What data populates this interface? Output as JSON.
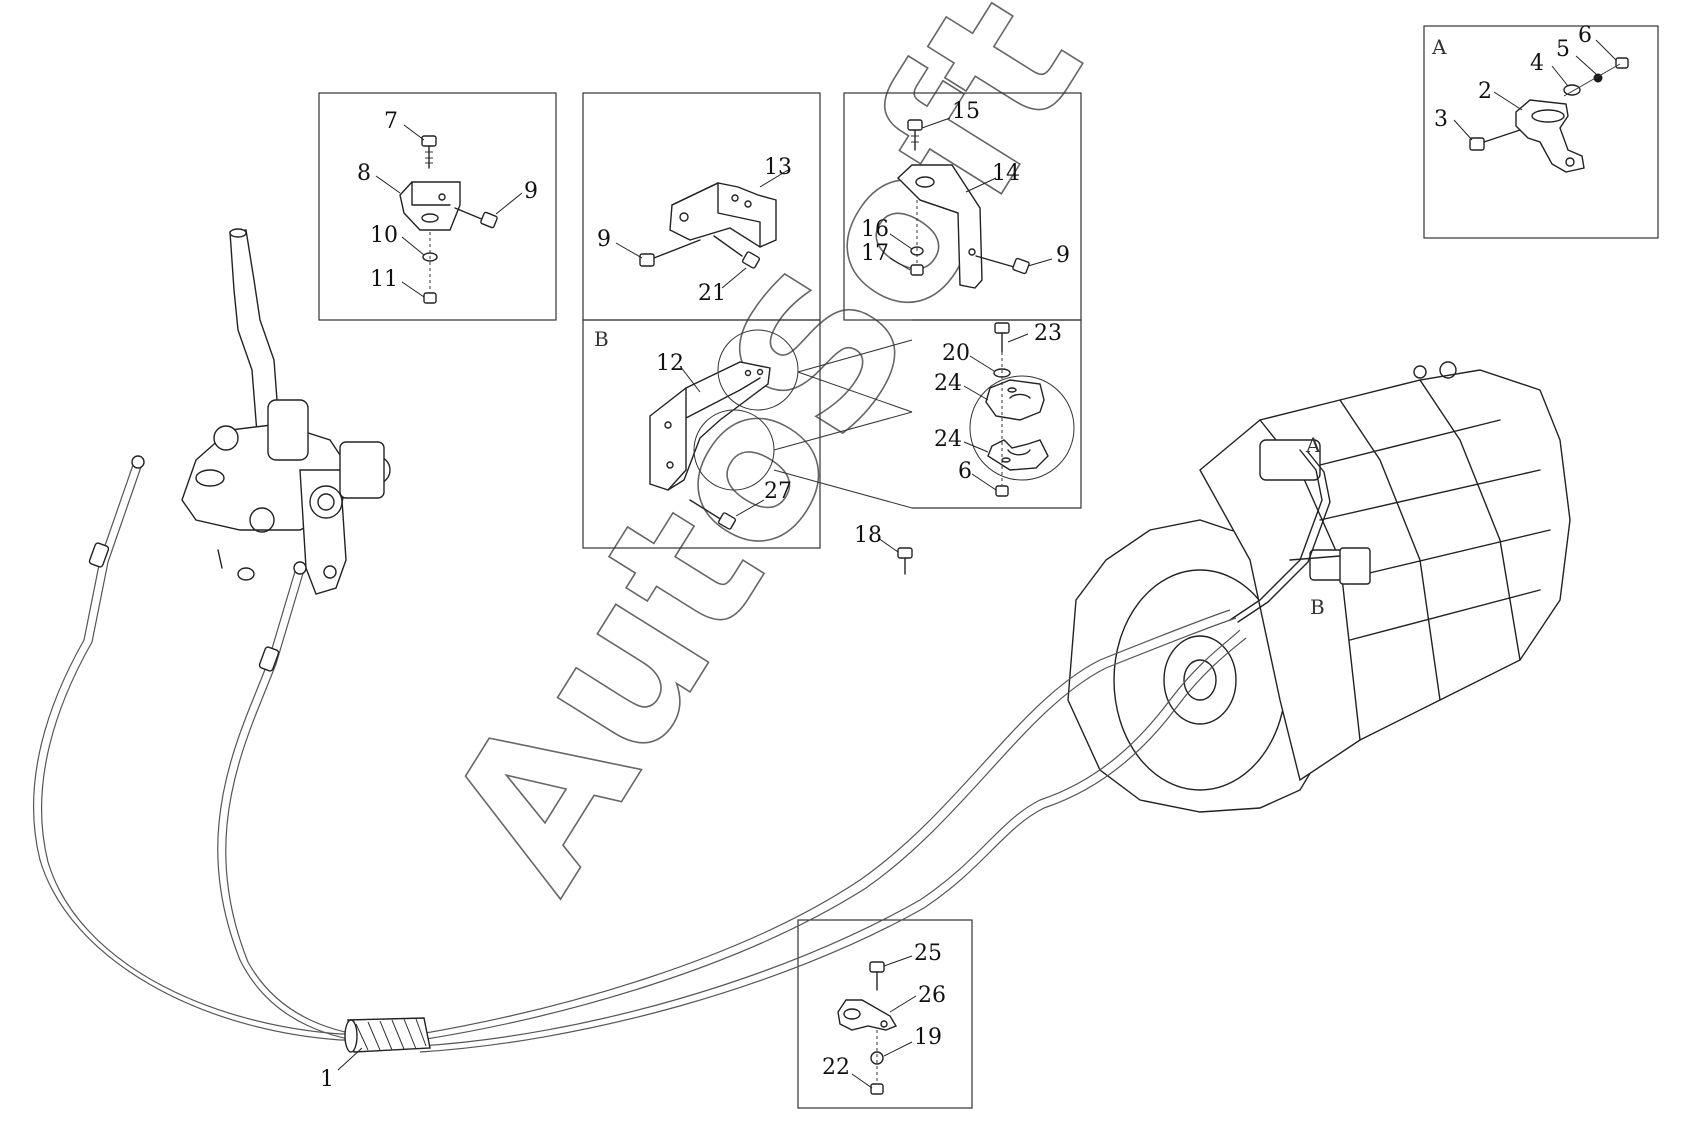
{
  "watermark": "AutoSoft",
  "box_labels": {
    "a": "A",
    "b": "B"
  },
  "labels": {
    "n1": "1",
    "n2": "2",
    "n3": "3",
    "n4": "4",
    "n5": "5",
    "n6a": "6",
    "n6b": "6",
    "n7": "7",
    "n8": "8",
    "n9a": "9",
    "n9b": "9",
    "n9c": "9",
    "n10": "10",
    "n11": "11",
    "n12": "12",
    "n13": "13",
    "n14": "14",
    "n15": "15",
    "n16": "16",
    "n17": "17",
    "n18": "18",
    "n19": "19",
    "n20": "20",
    "n21": "21",
    "n22": "22",
    "n23": "23",
    "n24a": "24",
    "n24b": "24",
    "n25": "25",
    "n26": "26",
    "n27": "27"
  },
  "transmission_markers": {
    "a": "A",
    "b": "B"
  }
}
